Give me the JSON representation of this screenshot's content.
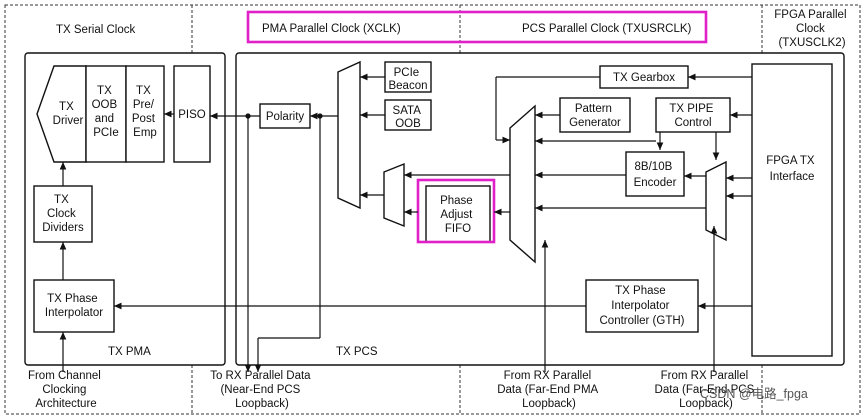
{
  "regions": {
    "tx_serial_clock": "TX Serial Clock",
    "pma_parallel_clock": "PMA Parallel Clock (XCLK)",
    "pcs_parallel_clock": "PCS Parallel Clock (TXUSRCLK)",
    "fpga_parallel_clock": [
      "FPGA Parallel",
      "Clock",
      "(TXUSCLK2)"
    ]
  },
  "groups": {
    "tx_pma": "TX PMA",
    "tx_pcs": "TX PCS"
  },
  "blocks": {
    "tx_driver": [
      "TX",
      "Driver"
    ],
    "tx_oob_pcie": [
      "TX",
      "OOB",
      "and",
      "PCIe"
    ],
    "tx_pre_post_emp": [
      "TX",
      "Pre/",
      "Post",
      "Emp"
    ],
    "piso": "PISO",
    "tx_clock_dividers": [
      "TX",
      "Clock",
      "Dividers"
    ],
    "tx_phase_interpolator": [
      "TX Phase",
      "Interpolator"
    ],
    "polarity": "Polarity",
    "pcie_beacon": [
      "PCIe",
      "Beacon"
    ],
    "sata_oob": [
      "SATA",
      "OOB"
    ],
    "phase_adjust_fifo": [
      "Phase",
      "Adjust",
      "FIFO"
    ],
    "tx_gearbox": "TX Gearbox",
    "pattern_generator": [
      "Pattern",
      "Generator"
    ],
    "tx_pipe_control": [
      "TX PIPE",
      "Control"
    ],
    "encoder_8b10b": [
      "8B/10B",
      "Encoder"
    ],
    "fpga_tx_interface": [
      "FPGA TX",
      "Interface"
    ],
    "tx_phase_interp_controller": [
      "TX Phase",
      "Interpolator",
      "Controller (GTH)"
    ]
  },
  "bottom_labels": {
    "from_channel_clocking": [
      "From Channel",
      "Clocking",
      "Architecture"
    ],
    "to_rx_parallel_data": [
      "To RX Parallel Data",
      "(Near-End PCS",
      "Loopback)"
    ],
    "from_rx_far_end_pma": [
      "From RX Parallel",
      "Data (Far-End PMA",
      "Loopback)"
    ],
    "from_rx_far_end_pcs": [
      "From RX Parallel",
      "Data (Far-End PCS",
      "Loopback)"
    ]
  },
  "watermark": "CSDN @电路_fpga",
  "colors": {
    "highlight": "#e020c8",
    "ink": "#111111"
  }
}
